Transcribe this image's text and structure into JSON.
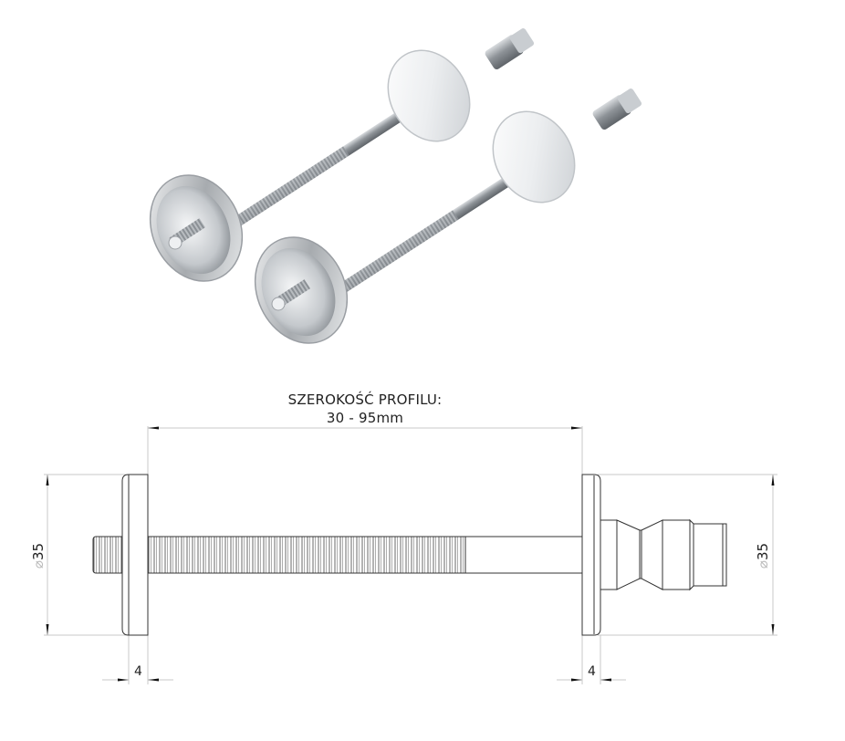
{
  "render": {
    "title": "3D render of two mounting bolts with round rosettes",
    "bolt_count": 2,
    "colors": {
      "steel_light": "#e6e8ea",
      "steel_mid": "#a9adb1",
      "steel_dark": "#6f7479",
      "background": "#ffffff"
    }
  },
  "drawing": {
    "profile_width_label": "SZEROKOŚĆ PROFILU:",
    "profile_width_value": "30 - 95mm",
    "left_diameter": {
      "symbol": "⌀",
      "value": "35"
    },
    "right_diameter": {
      "symbol": "⌀",
      "value": "35"
    },
    "left_thickness": "4",
    "right_thickness": "4",
    "line_color": "#333333",
    "dim_line_color": "#c8c8c8"
  }
}
